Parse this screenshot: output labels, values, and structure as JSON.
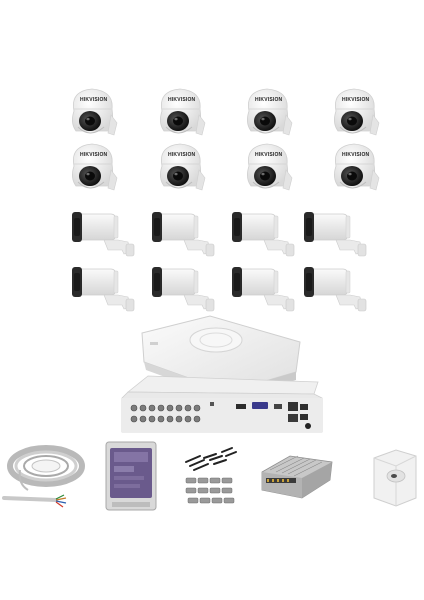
{
  "product": {
    "brand_label": "HIKVISION",
    "dome_camera_count": 8,
    "bullet_camera_count": 8
  },
  "colors": {
    "camera_body": "#f3f3f3",
    "lens_dark": "#2b2b2b",
    "dvr_body": "#e9e9e9",
    "hdd_label": "#6a5a8c",
    "psu_metal": "#c8c8c8"
  },
  "icons": [
    "dome-camera-icon",
    "bullet-camera-icon",
    "dvr-recorder-icon",
    "cable-coil-icon",
    "hard-disk-icon",
    "bnc-connector-icon",
    "power-supply-icon",
    "junction-box-icon"
  ]
}
